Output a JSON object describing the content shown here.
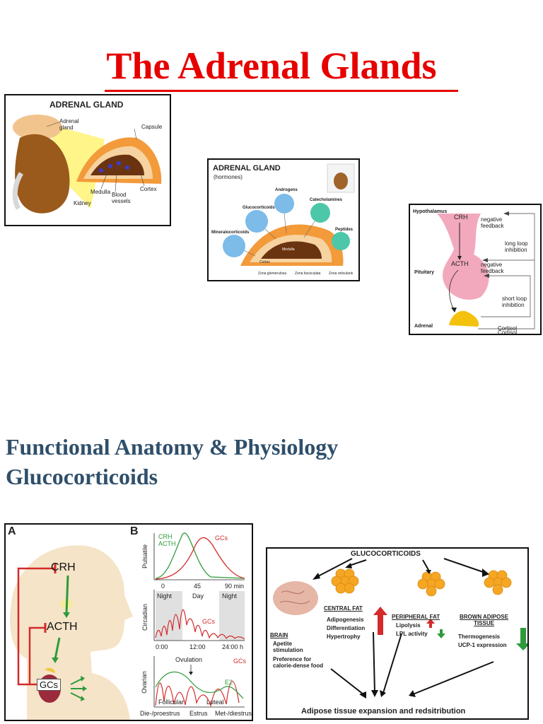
{
  "title": "The Adrenal Glands",
  "subtitle1": "Functional Anatomy & Physiology",
  "subtitle2": "Glucocorticoids",
  "fig1": {
    "heading": "ADRENAL GLAND",
    "labels": {
      "adrenal": "Adrenal\ngland",
      "capsule": "Capsule",
      "medulla": "Medulla",
      "blood": "Blood\nvessels",
      "cortex": "Cortex",
      "kidney": "Kidney"
    }
  },
  "fig2": {
    "heading": "ADRENAL GLAND",
    "sub": "(hormones)",
    "bubbles": {
      "gluco": "Glucocorticoids",
      "andro": "Androgens",
      "catech": "Catecholamines",
      "mineral": "Mineralocorticoids",
      "peptides": "Peptides"
    },
    "inner": {
      "medulla": "Medulla",
      "cortex": "Cortex"
    },
    "zones": {
      "glom": "Zona glomerulosa",
      "fasc": "Zona fasciculata",
      "retic": "Zona reticularis"
    }
  },
  "fig3": {
    "hypothalamus": "Hypothalamus",
    "crh": "CRH",
    "acth": "ACTH",
    "pituitary": "Pituitary",
    "adrenal": "Adrenal",
    "neg1": "negative\nfeedback",
    "long": "long loop\ninhibition",
    "neg2": "negative\nfeedback",
    "short": "short loop\ninhibition",
    "cortisol1": "Cortisol",
    "cortisol2": "Cortisol"
  },
  "fig4": {
    "panelA": "A",
    "panelB": "B",
    "crh": "CRH",
    "acth": "ACTH",
    "gcs": "GCs",
    "graph1": {
      "ylabel": "Pulsatile",
      "crh": "CRH",
      "acth": "ACTH",
      "gcs": "GCs",
      "ticks": [
        "0",
        "45",
        "90 min"
      ]
    },
    "graph2": {
      "ylabel": "Circadian",
      "night1": "Night",
      "day": "Day",
      "night2": "Night",
      "gcs": "GCs",
      "ticks": [
        "0:00",
        "12:00",
        "24:00 h"
      ]
    },
    "graph3": {
      "ylabel": "Ovarian",
      "ovulation": "Ovulation",
      "gcs": "GCs",
      "e2": "E2",
      "follicular": "Follicular",
      "luteal": "Luteal",
      "ticks": [
        "Die-/proestrus",
        "Estrus",
        "Met-/diestrus"
      ]
    }
  },
  "fig5": {
    "heading": "GLUCOCORTICOIDS",
    "central": "CENTRAL FAT",
    "central_items": [
      "Adipogenesis",
      "Differentiation",
      "Hypertrophy"
    ],
    "peripheral": "PERIPHERAL FAT",
    "peripheral_items": [
      "Lipolysis",
      "LPL activity"
    ],
    "brown": "BROWN ADIPOSE\nTISSUE",
    "brown_items": [
      "Thermogenesis",
      "UCP-1 expression"
    ],
    "brain": "BRAIN",
    "brain_items": [
      "Apetite\nstimulation",
      "Preference for\ncalorie-dense food"
    ],
    "footer": "Adipose tissue expansion and redsitribution"
  },
  "colors": {
    "title": "#e60000",
    "subtitle": "#2f4f6b",
    "red": "#d42a2a",
    "green": "#2e9a3a",
    "fat": "#f5a623"
  }
}
